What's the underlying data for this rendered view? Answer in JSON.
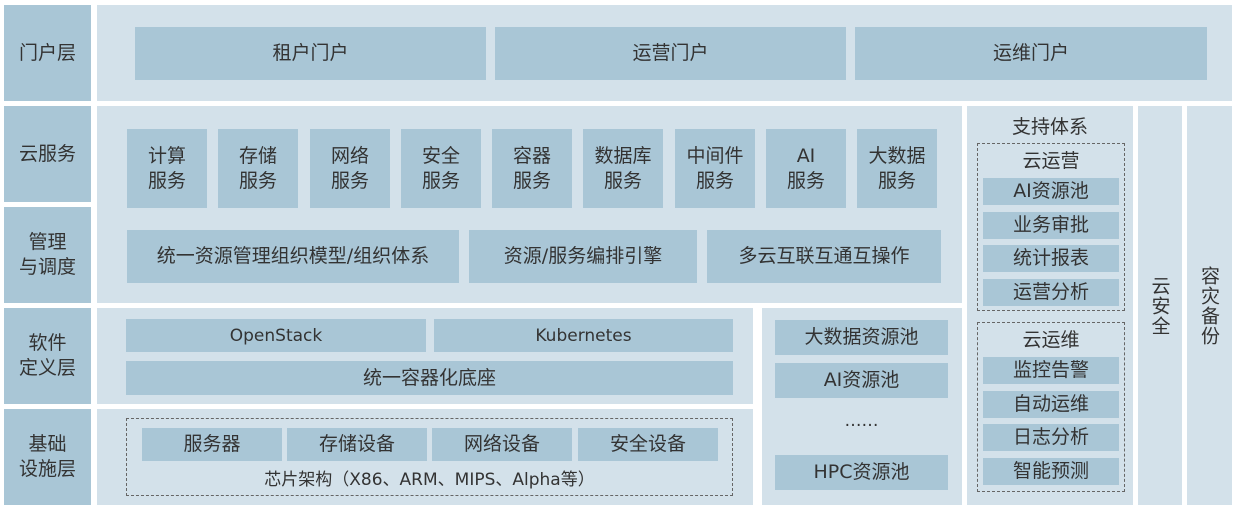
{
  "layers": {
    "portal": "门户层",
    "cloud_service": "云服务",
    "management": "管理\n与调度",
    "software_defined": "软件\n定义层",
    "infrastructure": "基础\n设施层"
  },
  "portal": [
    "租户门户",
    "运营门户",
    "运维门户"
  ],
  "cloud_services": [
    "计算\n服务",
    "存储\n服务",
    "网络\n服务",
    "安全\n服务",
    "容器\n服务",
    "数据库\n服务",
    "中间件\n服务",
    "AI\n服务",
    "大数据\n服务"
  ],
  "management": [
    "统一资源管理组织模型/组织体系",
    "资源/服务编排引擎",
    "多云互联互通互操作"
  ],
  "software_defined": {
    "openstack": "OpenStack",
    "kubernetes": "Kubernetes",
    "container_base": "统一容器化底座"
  },
  "infrastructure": {
    "devices": [
      "服务器",
      "存储设备",
      "网络设备",
      "安全设备"
    ],
    "chips": "芯片架构（X86、ARM、MIPS、Alpha等）"
  },
  "resource_pools": [
    "大数据资源池",
    "AI资源池",
    "……",
    "HPC资源池"
  ],
  "support": {
    "title": "支持体系",
    "operations": {
      "title": "云运营",
      "items": [
        "AI资源池",
        "业务审批",
        "统计报表",
        "运营分析"
      ]
    },
    "maintenance": {
      "title": "云运维",
      "items": [
        "监控告警",
        "自动运维",
        "日志分析",
        "智能预测"
      ]
    }
  },
  "cloud_security": "云安全",
  "disaster_backup": "容灾备份",
  "colors": {
    "box": "#a9c6d6",
    "panel": "#d3e1ea",
    "text": "#333333"
  }
}
